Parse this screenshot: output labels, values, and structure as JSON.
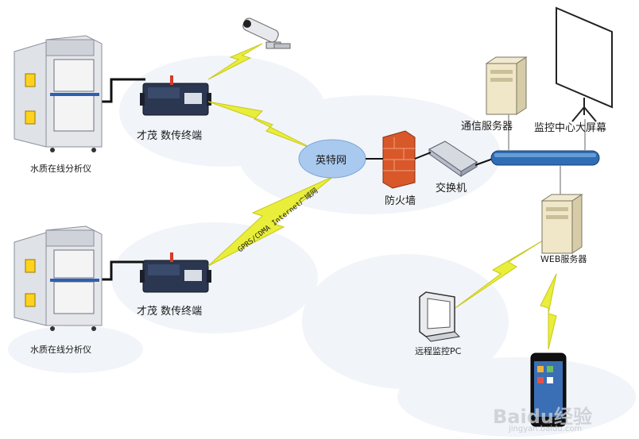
{
  "labels": {
    "analyzer_1": "水质在线分析仪",
    "analyzer_2": "水质在线分析仪",
    "dtu_1": "才茂 数传终端",
    "dtu_2": "才茂 数传终端",
    "internet": "英特网",
    "firewall": "防火墙",
    "switch": "交换机",
    "comm_server": "通信服务器",
    "monitor_screen": "监控中心大屏幕",
    "web_server": "WEB服务器",
    "remote_pc": "远程监控PC",
    "link_text": "GPRS/CDMA Internet广域网"
  },
  "watermark": "Baidu经验",
  "watermark_sub": "jingyan.baidu.com",
  "colors": {
    "lightning": "#e8ee3a",
    "lightning_stroke": "#c8c81a",
    "cloud_bubble": "#a9c9ef",
    "bus": "#2f6db5",
    "cabinet": "#d8dbe0",
    "dtu_body": "#2b3650"
  }
}
